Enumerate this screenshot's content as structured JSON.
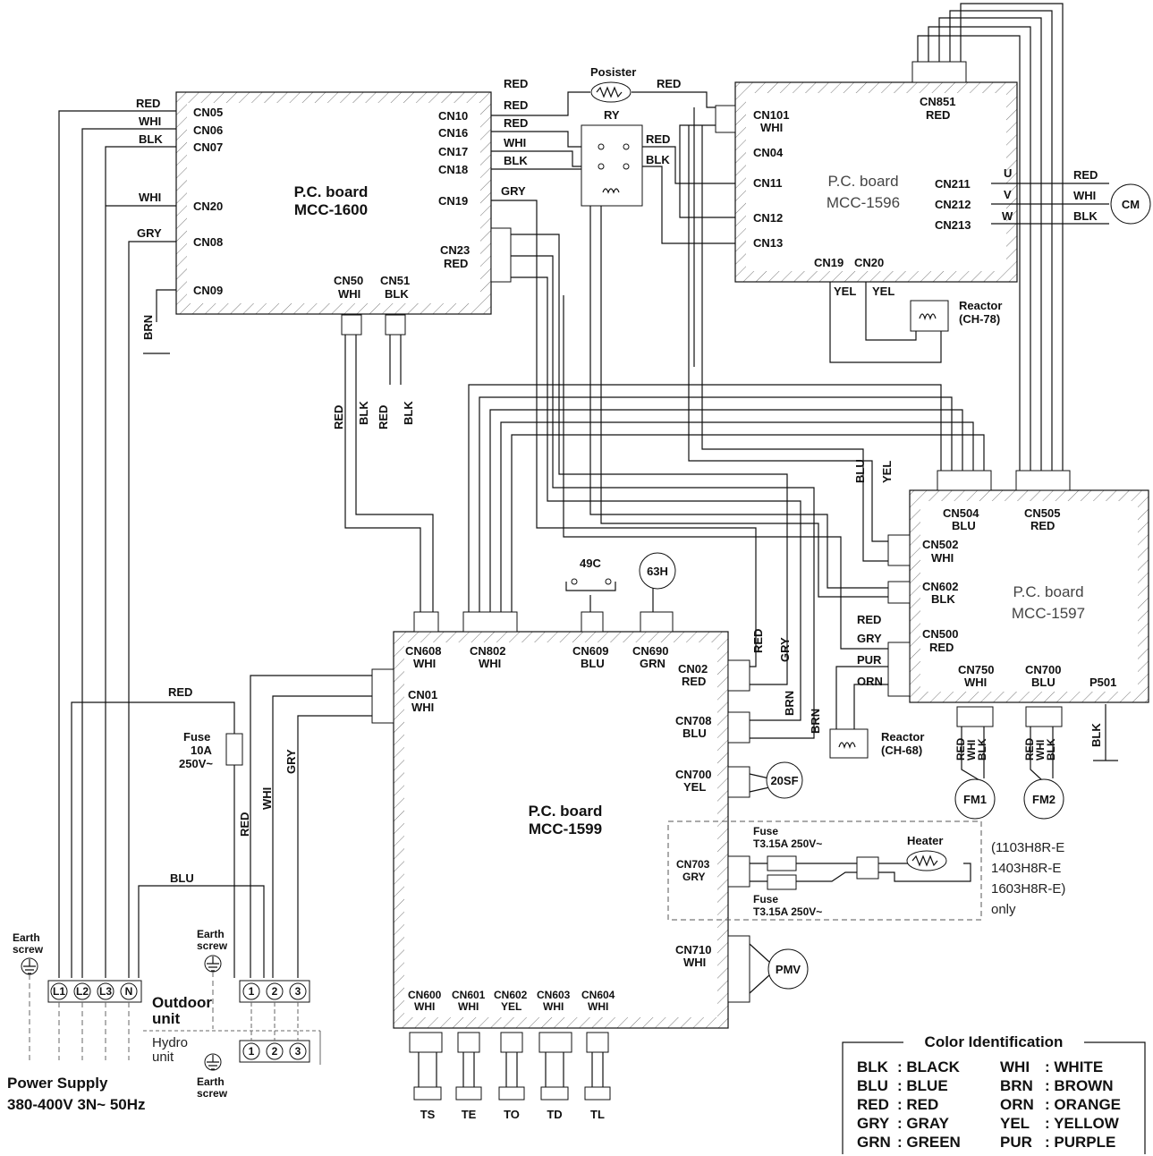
{
  "boards": {
    "mcc1600": {
      "line1": "P.C. board",
      "line2": "MCC-1600"
    },
    "mcc1596": {
      "line1": "P.C. board",
      "line2": "MCC-1596"
    },
    "mcc1597": {
      "line1": "P.C. board",
      "line2": "MCC-1597"
    },
    "mcc1599": {
      "line1": "P.C. board",
      "line2": "MCC-1599"
    }
  },
  "mcc1600_connectors": {
    "cn05": "CN05",
    "cn06": "CN06",
    "cn07": "CN07",
    "cn20": "CN20",
    "cn08": "CN08",
    "cn09": "CN09",
    "cn10": "CN10",
    "cn16": "CN16",
    "cn17": "CN17",
    "cn18": "CN18",
    "cn19": "CN19",
    "cn23": "CN23",
    "cn23c": "RED",
    "cn50": "CN50",
    "cn50c": "WHI",
    "cn51": "CN51",
    "cn51c": "BLK"
  },
  "mcc1596_connectors": {
    "cn101": "CN101",
    "cn101c": "WHI",
    "cn04": "CN04",
    "cn11": "CN11",
    "cn12": "CN12",
    "cn13": "CN13",
    "cn851": "CN851",
    "cn851c": "RED",
    "cn211": "CN211",
    "cn212": "CN212",
    "cn213": "CN213",
    "cn19": "CN19",
    "cn20": "CN20",
    "u": "U",
    "v": "V",
    "w": "W"
  },
  "mcc1597_connectors": {
    "cn504": "CN504",
    "cn504c": "BLU",
    "cn505": "CN505",
    "cn505c": "RED",
    "cn502": "CN502",
    "cn502c": "WHI",
    "cn602": "CN602",
    "cn602c": "BLK",
    "cn500": "CN500",
    "cn500c": "RED",
    "cn750": "CN750",
    "cn750c": "WHI",
    "cn700": "CN700",
    "cn700c": "BLU",
    "p501": "P501"
  },
  "mcc1599_connectors": {
    "cn608": "CN608",
    "cn608c": "WHI",
    "cn802": "CN802",
    "cn802c": "WHI",
    "cn609": "CN609",
    "cn609c": "BLU",
    "cn690": "CN690",
    "cn690c": "GRN",
    "cn01": "CN01",
    "cn01c": "WHI",
    "cn02": "CN02",
    "cn02c": "RED",
    "cn708": "CN708",
    "cn708c": "BLU",
    "cn700": "CN700",
    "cn700c": "YEL",
    "cn703": "CN703",
    "cn703c": "GRY",
    "cn710": "CN710",
    "cn710c": "WHI",
    "cn600": "CN600",
    "cn600c": "WHI",
    "cn601": "CN601",
    "cn601c": "WHI",
    "cn602": "CN602",
    "cn602c": "YEL",
    "cn603": "CN603",
    "cn603c": "WHI",
    "cn604": "CN604",
    "cn604c": "WHI"
  },
  "wire_labels": {
    "red": "RED",
    "whi": "WHI",
    "blk": "BLK",
    "gry": "GRY",
    "brn": "BRN",
    "blu": "BLU",
    "yel": "YEL",
    "pur": "PUR",
    "orn": "ORN"
  },
  "components": {
    "posister": "Posister",
    "ry": "RY",
    "cm": "CM",
    "reactor78": "Reactor",
    "reactor78b": "(CH-78)",
    "reactor68": "Reactor",
    "reactor68b": "(CH-68)",
    "c49": "49C",
    "h63": "63H",
    "sf20": "20SF",
    "pmv": "PMV",
    "fm1": "FM1",
    "fm2": "FM2",
    "fuse": "Fuse",
    "fuse_a": "10A",
    "fuse_v": "250V~",
    "fuse_t": "Fuse",
    "fuse_t_rating": "T3.15A 250V~",
    "heater": "Heater",
    "ts": "TS",
    "te": "TE",
    "to": "TO",
    "td": "TD",
    "tl": "TL"
  },
  "heater_note": {
    "l1": "(1103H8R-E",
    "l2": "1403H8R-E",
    "l3": "1603H8R-E)",
    "l4": "only"
  },
  "terminals": {
    "l1": "L1",
    "l2": "L2",
    "l3": "L3",
    "n": "N",
    "t1": "1",
    "t2": "2",
    "t3": "3"
  },
  "labels": {
    "earth": "Earth",
    "screw": "screw",
    "outdoor": "Outdoor",
    "unit": "unit",
    "hydro": "Hydro",
    "hydro_unit": "unit",
    "power1": "Power Supply",
    "power2": "380-400V 3N~ 50Hz"
  },
  "legend": {
    "title": "Color Identification",
    "rows": [
      [
        "BLK",
        ": BLACK",
        "WHI",
        ": WHITE"
      ],
      [
        "BLU",
        ": BLUE",
        "BRN",
        ": BROWN"
      ],
      [
        "RED",
        ": RED",
        "ORN",
        ": ORANGE"
      ],
      [
        "GRY",
        ": GRAY",
        "YEL",
        ": YELLOW"
      ],
      [
        "GRN",
        ": GREEN",
        "PUR",
        ": PURPLE"
      ]
    ]
  }
}
